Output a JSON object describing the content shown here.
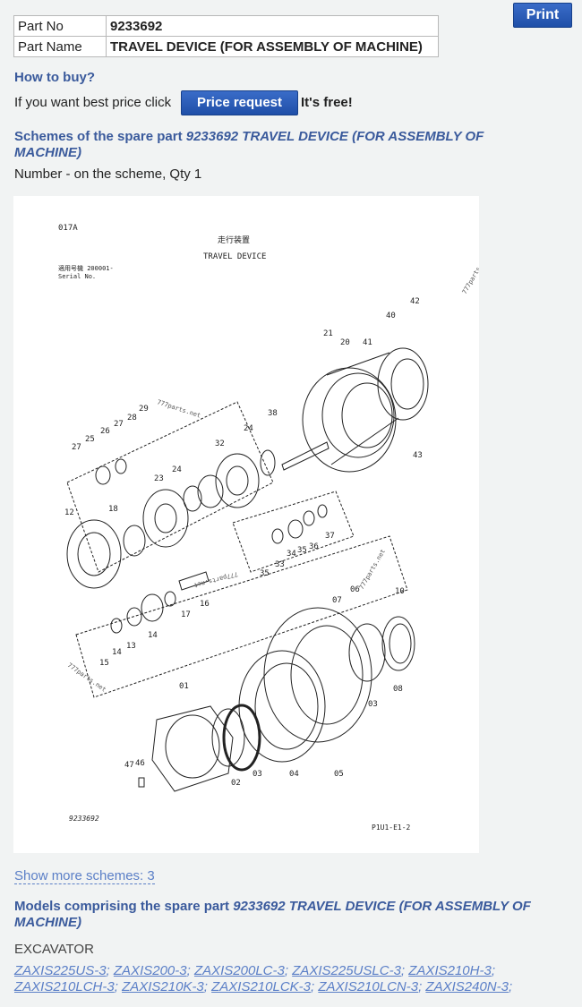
{
  "print_label": "Print",
  "part": {
    "no_label": "Part No",
    "no_value": "9233692",
    "name_label": "Part Name",
    "name_value": "TRAVEL DEVICE (FOR ASSEMBLY OF MACHINE)"
  },
  "buy": {
    "heading": "How to buy?",
    "text": "If you want best price click",
    "button": "Price request",
    "free": "It's free!"
  },
  "schemes": {
    "heading_prefix": "Schemes of the spare part ",
    "heading_part": "9233692 TRAVEL DEVICE (FOR ASSEMBLY OF MACHINE)",
    "qty_text": "Number - on the scheme, Qty 1",
    "more_link": "Show more schemes: 3"
  },
  "diagram": {
    "code": "017A",
    "title_jp": "走行装置",
    "title_en": "TRAVEL DEVICE",
    "serial_jp": "適用号機 200001-",
    "serial_en": "Serial No.",
    "part_no": "9233692",
    "ref": "P1U1-E1-2",
    "watermark": "777parts.net",
    "callouts": [
      "017A",
      "42",
      "40",
      "21",
      "20",
      "41",
      "43",
      "38",
      "24",
      "32",
      "29",
      "28",
      "27",
      "26",
      "25",
      "27",
      "23",
      "24",
      "18",
      "12",
      "37",
      "36",
      "35",
      "34",
      "33",
      "35",
      "07",
      "06",
      "10",
      "08",
      "03",
      "05",
      "04",
      "02",
      "01",
      "47",
      "46",
      "17",
      "16",
      "14",
      "13",
      "14",
      "15"
    ]
  },
  "models": {
    "heading_prefix": "Models comprising the spare part ",
    "heading_part": "9233692 TRAVEL DEVICE (FOR ASSEMBLY OF MACHINE)",
    "category": "EXCAVATOR",
    "links": [
      "ZAXIS225US-3",
      "ZAXIS200-3",
      "ZAXIS200LC-3",
      "ZAXIS225USLC-3",
      "ZAXIS210H-3",
      "ZAXIS210LCH-3",
      "ZAXIS210K-3",
      "ZAXIS210LCK-3",
      "ZAXIS210LCN-3",
      "ZAXIS240N-3"
    ]
  }
}
